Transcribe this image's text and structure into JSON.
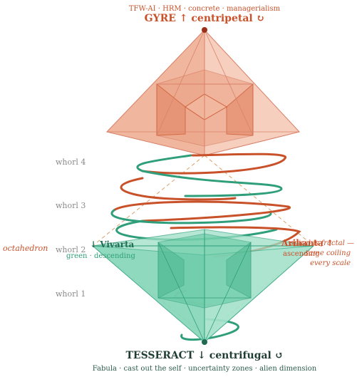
{
  "top": {
    "caption": "TFW-AI · HRM · concrete · managerialism",
    "title": "GYRE ↑ centripetal ↻"
  },
  "bottom": {
    "title": "TESSERACT ↓ centrifugal ↺",
    "caption": "Fabula · cast out the self · uncertainty zones · alien dimension"
  },
  "whorls": [
    "whorl 4",
    "whorl 3",
    "whorl 2",
    "whorl 1"
  ],
  "left_note": "octahedron",
  "right_note": [
    "spiral is fractal —",
    "same coiling",
    "every scale"
  ],
  "left_label": {
    "title": "↓ Vivarta",
    "subtitle": "green · descending"
  },
  "right_label": {
    "title": "Arihanta ↑",
    "subtitle": "ascending"
  },
  "colors": {
    "orange": "#c8512a",
    "orange_fill": "#f0a98a",
    "green": "#2f9e7a",
    "green_fill": "#6fcfad",
    "dark": "#2b2b2b",
    "grey": "#8a8a8a"
  }
}
